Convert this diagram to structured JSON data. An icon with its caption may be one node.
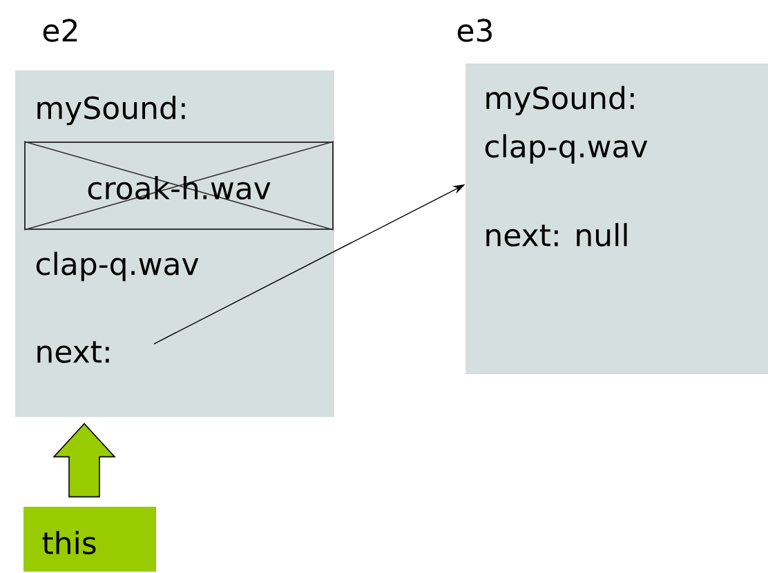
{
  "diagram": {
    "nodes": [
      {
        "text": [
          "mySound:",
          "clap-q.wav",
          "next:"
        ],
        "beside": [
          "e2"
        ]
      },
      {
        "text": [
          "croak-h.wav"
        ],
        "in": 0
      },
      {
        "text": [
          "mySound: clap-q.wav",
          "next: null"
        ],
        "beside": [
          "e3"
        ]
      },
      {
        "text": [
          "this"
        ]
      }
    ],
    "edges": [
      {
        "from": 0,
        "to": 2,
        "arrow": "to"
      },
      {
        "from": 3,
        "to": 0,
        "arrow": "to",
        "style": "thick",
        "color": "#99cc00"
      }
    ]
  }
}
